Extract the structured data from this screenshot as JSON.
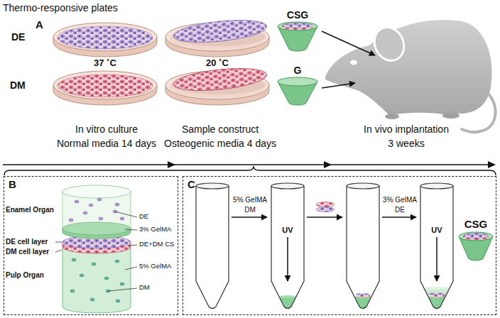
{
  "diagram": {
    "title": "Thermo-responsive plates",
    "nodes": [
      {
        "text": [
          "CSG"
        ]
      },
      {
        "text": [
          "G"
        ]
      },
      {
        "text": [
          "B"
        ]
      },
      {
        "text": [
          "C"
        ]
      },
      {
        "text": [
          "CSG"
        ],
        "in": 3
      }
    ],
    "labels": [
      "A",
      "DE",
      "DM",
      "37 ˚C",
      "20 ˚C",
      "In vitro culture",
      "Normal media 14 days",
      "Sample construct",
      "Osteogenic media 4 days",
      "In vivo implantation",
      "3 weeks",
      "Enamel Organ",
      "DE cell layer",
      "DM cell layer",
      "Pulp Organ",
      "DE",
      "3% GelMA",
      "DE+DM CS",
      "5% GelMA",
      "DM",
      "5% GelMA",
      "DM",
      "UV",
      "3% GelMA",
      "DE",
      "UV"
    ]
  }
}
